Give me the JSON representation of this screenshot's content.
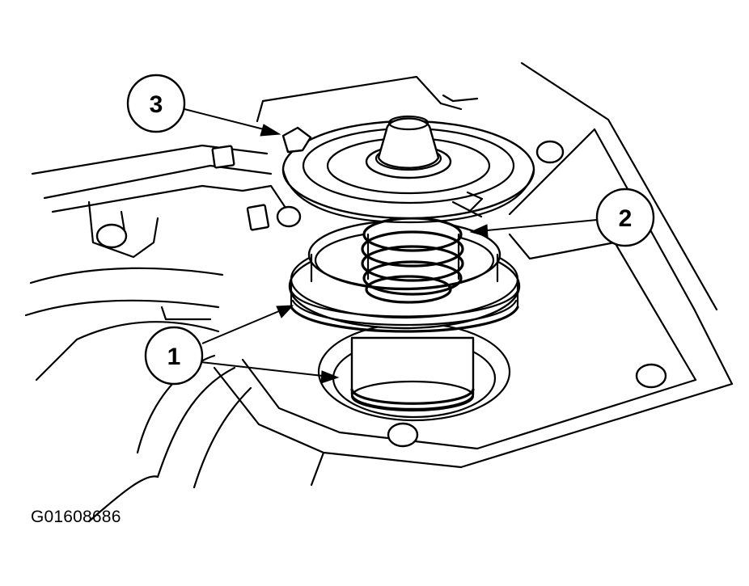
{
  "figure": {
    "id": "G01608686"
  },
  "callouts": [
    {
      "number": "1"
    },
    {
      "number": "2"
    },
    {
      "number": "3"
    }
  ]
}
